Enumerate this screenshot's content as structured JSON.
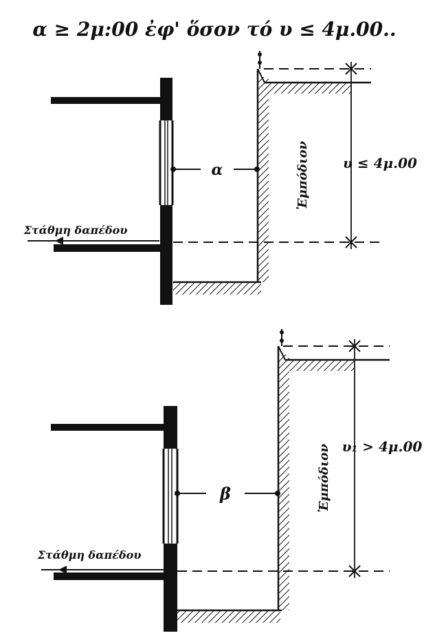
{
  "title": "α ≥ 2μ:00 ἐφ' ὅσον τό υ ≤ 4μ.00..",
  "panel_top": {
    "floor_level_label": "Στάθμη δαπέδου",
    "distance_label": "α",
    "obstacle_label": "Ἐμπόδιον",
    "height_label": "υ ≤ 4μ.00"
  },
  "panel_bottom": {
    "floor_level_label": "Στάθμη δαπέδου",
    "distance_label": "β",
    "obstacle_label": "Ἐμπόδιον",
    "height_label": "υ₁ > 4μ.00"
  }
}
